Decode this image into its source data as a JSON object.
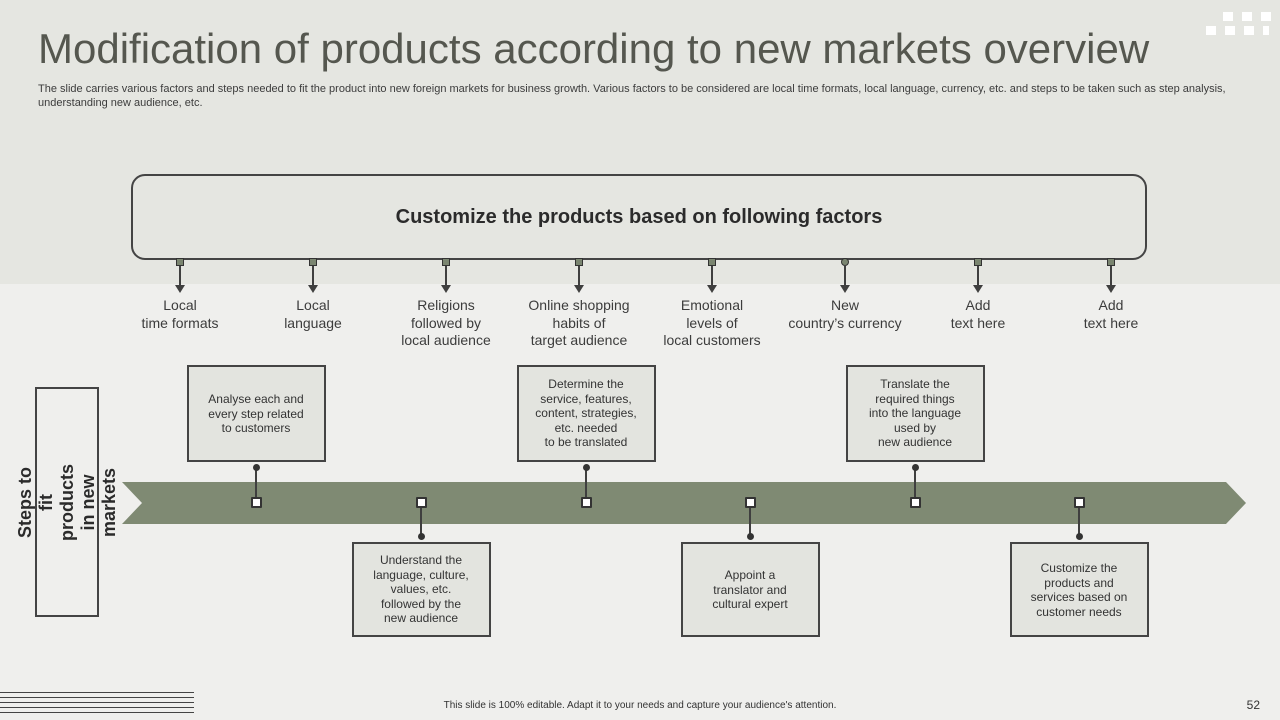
{
  "header": {
    "title": "Modification of products according to new markets overview",
    "subtitle": "The slide carries various factors and steps needed to fit the product into new foreign markets for business growth. Various factors to be considered are local time formats, local language, currency, etc. and steps to be taken such as step analysis, understanding new audience, etc."
  },
  "factors": {
    "title": "Customize the products based on following  factors",
    "items": [
      {
        "label": "Local\ntime formats"
      },
      {
        "label": "Local\nlanguage"
      },
      {
        "label": "Religions\nfollowed by\nlocal audience"
      },
      {
        "label": "Online shopping\nhabits of\ntarget audience"
      },
      {
        "label": "Emotional\nlevels of\nlocal customers"
      },
      {
        "label": "New\ncountry’s currency"
      },
      {
        "label": "Add\ntext here"
      },
      {
        "label": "Add\ntext here"
      }
    ]
  },
  "steps": {
    "side_label": "Steps to fit products\nin new markets",
    "items": [
      {
        "text": "Analyse each and\nevery  step related\nto customers"
      },
      {
        "text": "Understand  the\nlanguage,  culture,\nvalues,  etc.\nfollowed  by the\nnew audience"
      },
      {
        "text": "Determine  the\nservice, features,\ncontent,  strategies,\netc.  needed\nto be translated"
      },
      {
        "text": "Appoint  a\ntranslator and\ncultural expert"
      },
      {
        "text": "Translate  the\nrequired  things\ninto the language\nused by\nnew audience"
      },
      {
        "text": "Customize the\nproducts and\nservices based on\ncustomer needs"
      }
    ]
  },
  "footer": {
    "note": "This slide is 100% editable.  Adapt it to your needs and capture your audience's attention.",
    "page_number": "52"
  },
  "colors": {
    "band": "#7f8a73",
    "top_band": "#e5e6e1",
    "background": "#efefed"
  }
}
